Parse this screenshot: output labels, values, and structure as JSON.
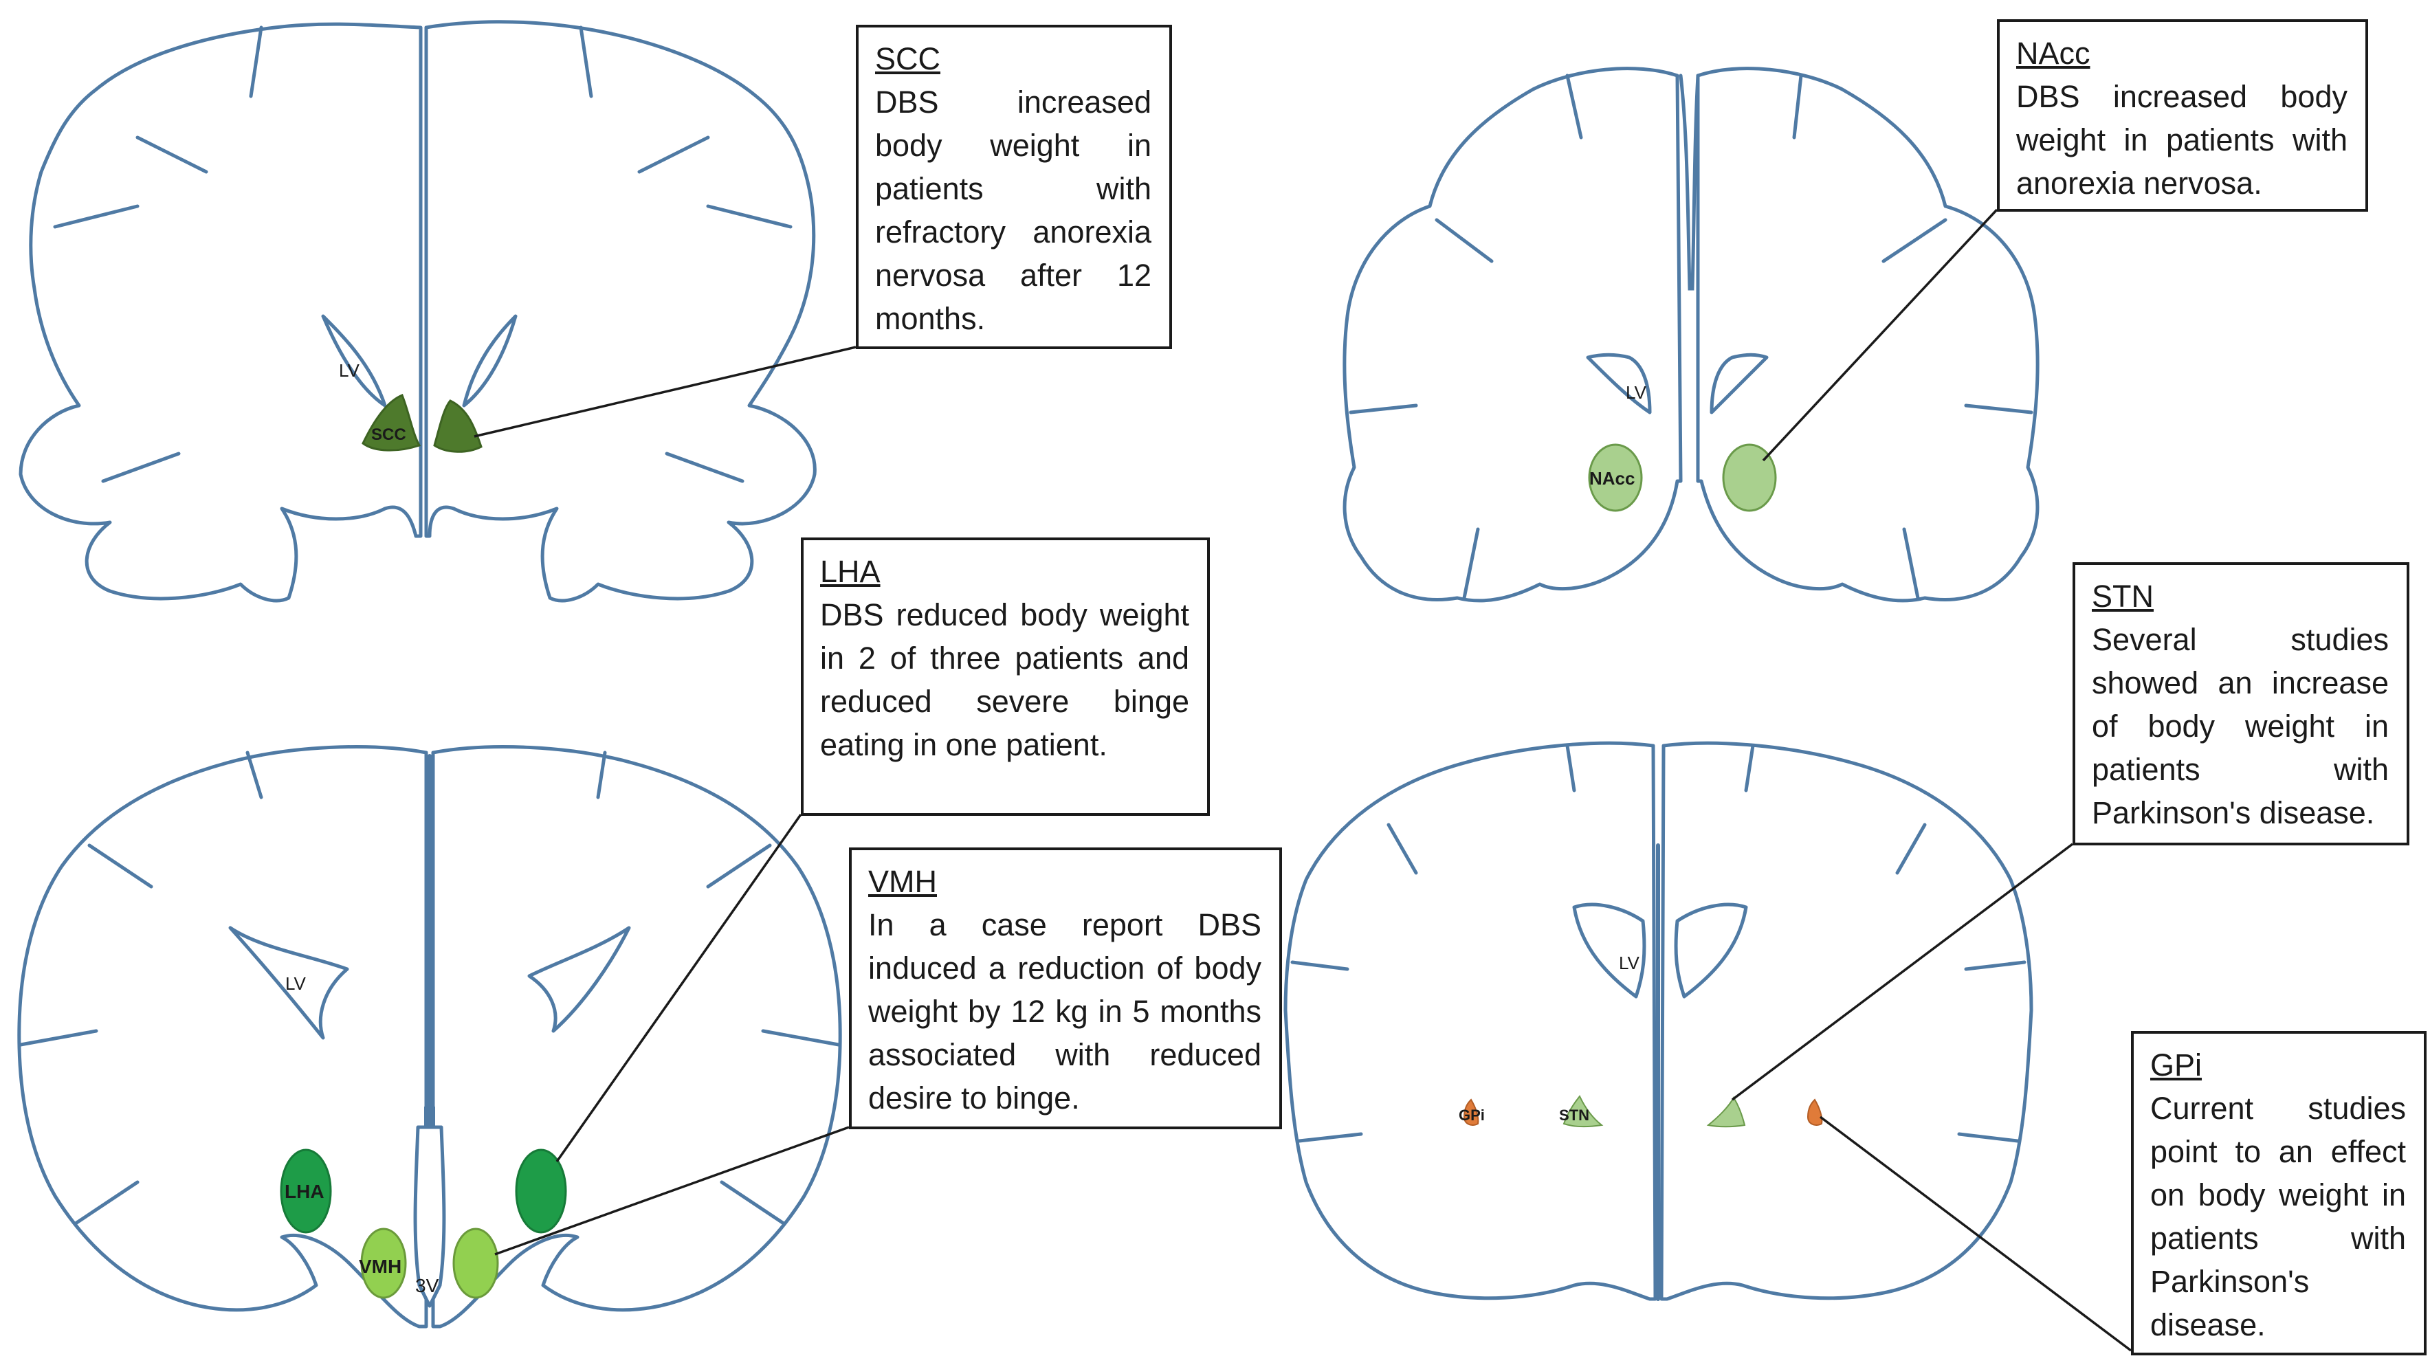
{
  "colors": {
    "outline": "#4f7aa4",
    "scc": "#4e7a2c",
    "nacc": "#a9d08e",
    "lha": "#1e9c48",
    "vmh": "#92d050",
    "stn": "#a9d08e",
    "gpi": "#e07b39"
  },
  "sections": {
    "top_left": {
      "lv": "LV",
      "scc": "SCC"
    },
    "top_right": {
      "lv": "LV",
      "nacc": "NAcc"
    },
    "bottom_left": {
      "lv": "LV",
      "lha": "LHA",
      "vmh": "VMH",
      "third_ventricle": "3V"
    },
    "bottom_right": {
      "lv": "LV",
      "gpi": "GPi",
      "stn": "STN"
    }
  },
  "callouts": {
    "scc": {
      "title": "SCC",
      "text": "DBS increased body weight in patients with refractory anorexia nervosa after 12 months."
    },
    "nacc": {
      "title": "NAcc",
      "text": "DBS increased body weight in patients with anorexia nervosa."
    },
    "lha": {
      "title": "LHA",
      "text": "DBS reduced body weight in 2 of three patients and reduced severe binge eating in one patient."
    },
    "vmh": {
      "title": "VMH",
      "text": "In a case report DBS induced a reduction of body weight by 12 kg in 5 months associated with reduced desire to binge."
    },
    "stn": {
      "title": "STN",
      "text": "Several studies showed an increase of body weight in patients with Parkinson's disease."
    },
    "gpi": {
      "title": "GPi",
      "text": "Current studies point to an effect on body weight in patients with Parkinson's disease."
    }
  }
}
